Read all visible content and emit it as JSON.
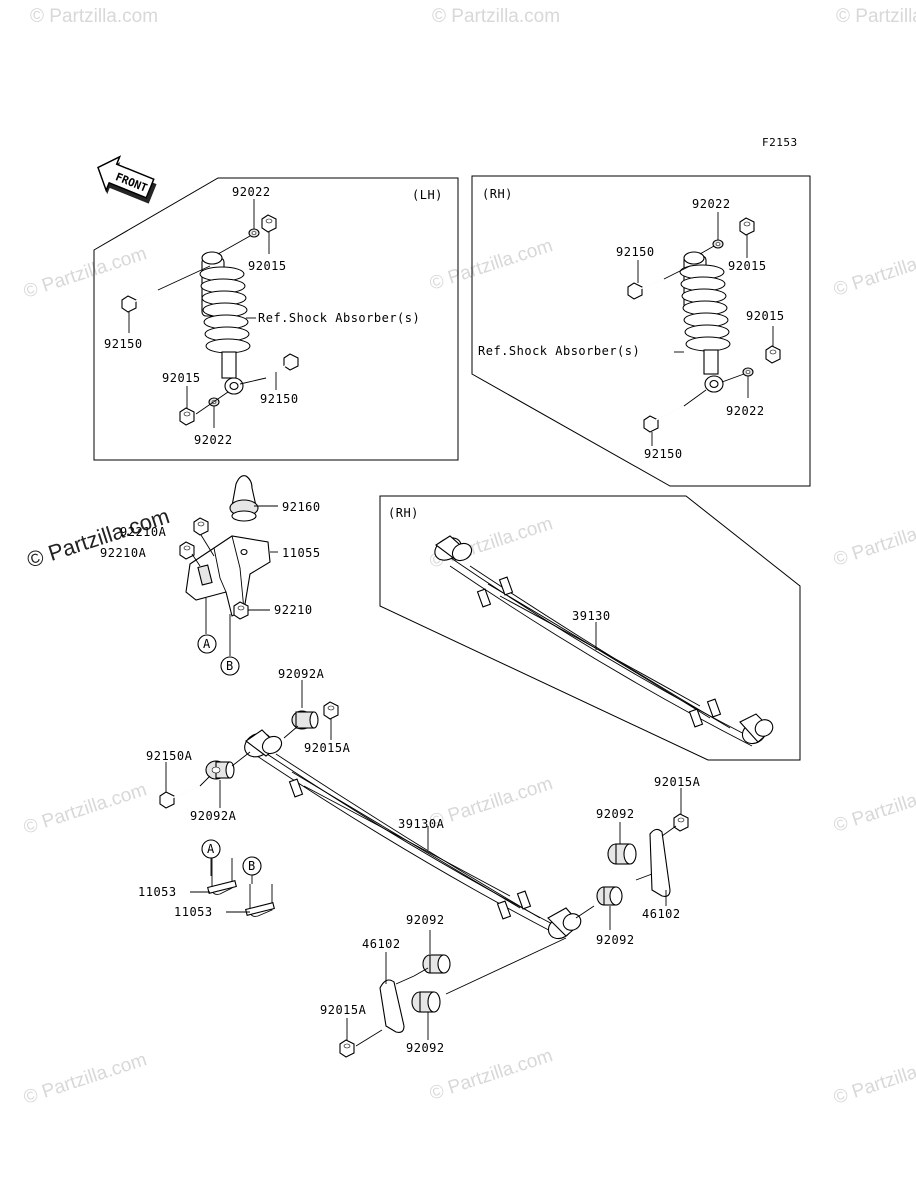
{
  "figure_code": "F2153",
  "front_label": "FRONT",
  "watermark": "© Partzilla.com",
  "panels": {
    "lh_shock": {
      "side": "(LH)"
    },
    "rh_shock": {
      "side": "(RH)"
    },
    "rh_spring": {
      "side": "(RH)"
    }
  },
  "ref_labels": {
    "lh": "Ref.Shock Absorber(s)",
    "rh": "Ref.Shock Absorber(s)"
  },
  "callouts": {
    "a": "A",
    "b": "B"
  },
  "parts": [
    {
      "id": "p1",
      "number": "92022"
    },
    {
      "id": "p2",
      "number": "92015"
    },
    {
      "id": "p3",
      "number": "92150"
    },
    {
      "id": "p4",
      "number": "92015"
    },
    {
      "id": "p5",
      "number": "92150"
    },
    {
      "id": "p6",
      "number": "92022"
    },
    {
      "id": "p7",
      "number": "92022"
    },
    {
      "id": "p8",
      "number": "92150"
    },
    {
      "id": "p9",
      "number": "92015"
    },
    {
      "id": "p10",
      "number": "92015"
    },
    {
      "id": "p11",
      "number": "92022"
    },
    {
      "id": "p12",
      "number": "92150"
    },
    {
      "id": "p13",
      "number": "92160"
    },
    {
      "id": "p14",
      "number": "92210A"
    },
    {
      "id": "p15",
      "number": "92210A"
    },
    {
      "id": "p16",
      "number": "11055"
    },
    {
      "id": "p17",
      "number": "92210"
    },
    {
      "id": "p18",
      "number": "39130"
    },
    {
      "id": "p19",
      "number": "92092A"
    },
    {
      "id": "p20",
      "number": "92015A"
    },
    {
      "id": "p21",
      "number": "92150A"
    },
    {
      "id": "p22",
      "number": "92092A"
    },
    {
      "id": "p23",
      "number": "39130A"
    },
    {
      "id": "p24",
      "number": "92015A"
    },
    {
      "id": "p25",
      "number": "92092"
    },
    {
      "id": "p26",
      "number": "11053"
    },
    {
      "id": "p27",
      "number": "11053"
    },
    {
      "id": "p28",
      "number": "46102"
    },
    {
      "id": "p29",
      "number": "92092"
    },
    {
      "id": "p30",
      "number": "92092"
    },
    {
      "id": "p31",
      "number": "46102"
    },
    {
      "id": "p32",
      "number": "92015A"
    },
    {
      "id": "p33",
      "number": "92092"
    }
  ]
}
